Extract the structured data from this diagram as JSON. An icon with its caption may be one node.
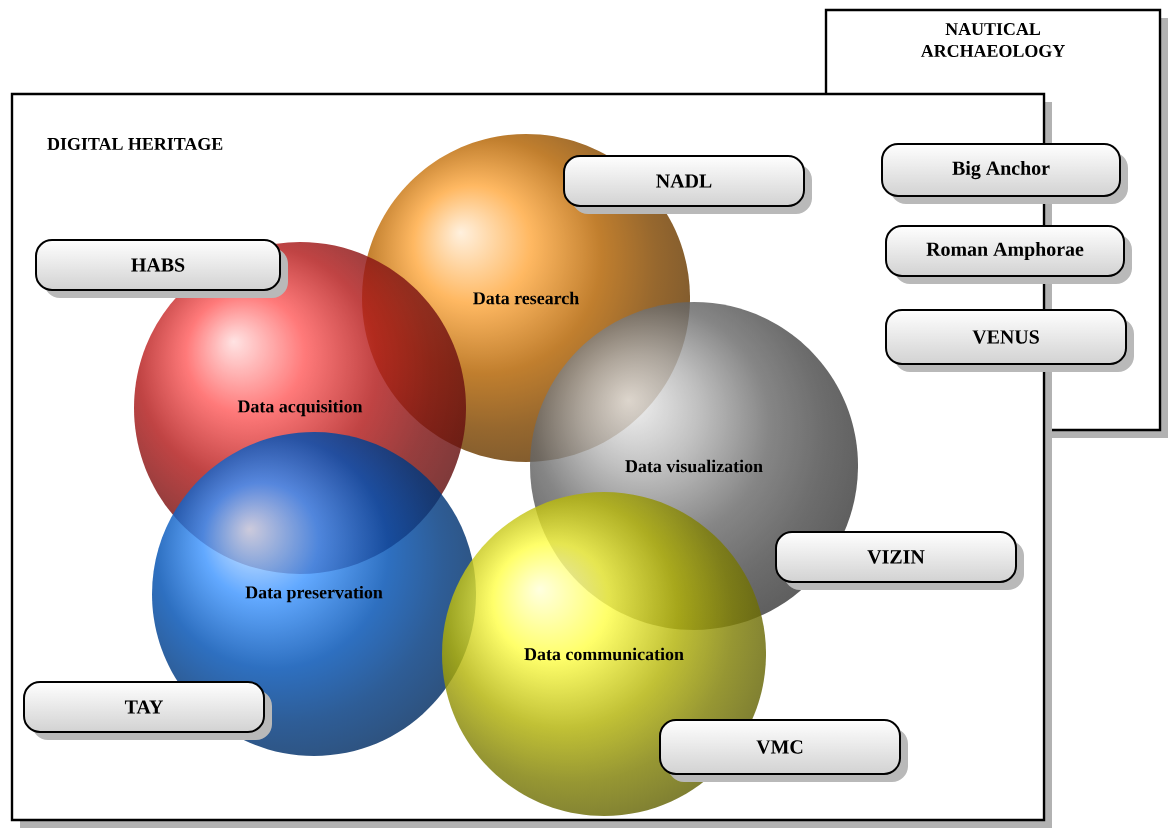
{
  "diagram": {
    "nodes": [
      {
        "text": [
          "NAUTICAL ARCHAEOLOGY"
        ]
      },
      {
        "text": [
          "Big Anchor"
        ],
        "in": 0
      },
      {
        "text": [
          "Roman Amphorae"
        ],
        "in": 0
      },
      {
        "text": [
          "VENUS"
        ],
        "in": 0
      },
      {
        "text": [
          "DIGITAL HERITAGE"
        ]
      },
      {
        "text": [
          "Data research"
        ],
        "in": 4
      },
      {
        "text": [
          "NADL"
        ],
        "in": 4
      },
      {
        "text": [
          "HABS"
        ],
        "in": 4
      },
      {
        "text": [
          "Data acquisition"
        ],
        "in": 4
      },
      {
        "text": [
          "Data visualization"
        ],
        "in": 4
      },
      {
        "text": [
          "Data preservation"
        ],
        "in": 4
      },
      {
        "text": [
          "VIZIN"
        ],
        "in": 4
      },
      {
        "text": [
          "Data communication"
        ],
        "in": 4
      },
      {
        "text": [
          "TAY"
        ],
        "in": 4
      },
      {
        "text": [
          "VMC"
        ],
        "in": 4
      }
    ],
    "edges": []
  }
}
